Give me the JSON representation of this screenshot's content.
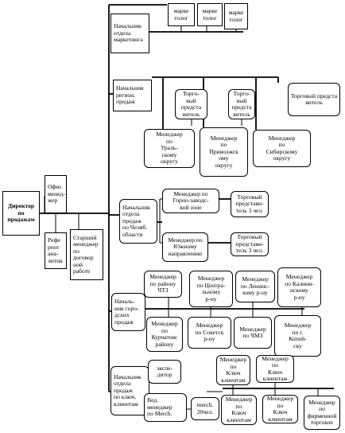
{
  "director": "Директор\nпо\nпродажам",
  "office_manager": "Офис\nменед-\nжер",
  "referent": "Рефе\nрент\nана-\nлитик",
  "senior_manager": "Старший\nменеджер\nпо\nдоговор\nной\nработе",
  "marketing": {
    "head": "Начальник\nотдела\nмаркетинга",
    "marketers": [
      "марке\nтолог",
      "марке\nтолог",
      "марке\nтолог"
    ]
  },
  "regional": {
    "head": "Начальник\nрегион.\nпродаж",
    "sales_reps": [
      "Торго-\nвый\nпредста\nвитель",
      "Торго-\nвый\nпредста\nвитель",
      "Торговый предста\nвитель"
    ],
    "managers": [
      "Менеджер\nпо\nУраль-\nскому\nокругу",
      "Менеджер\nпо\nПриволжск\nому\nокругу",
      "Менеджер\nпо\nСибирскому\nокругу"
    ]
  },
  "chelyabinsk_region": {
    "head": "Начальник\nотдела\nпродаж\nпо Челяб.\nобласти",
    "managers": [
      "Менеджер по\nГорно-заводс-\nкой зоне",
      "Менеджер по\nЮжному\nнаправлению"
    ],
    "reps": [
      "Торговый\nпредстави-\nтель 3 чел.",
      "Торговый\nпредстави-\nтель 3 чел."
    ]
  },
  "city": {
    "head": "Началь-\nник горо-\nдских\nпродаж",
    "top_managers": [
      "Менеджер\nпо району\nЧТЗ",
      "Менеджер\nпо Центра-\nльному\nр-ну",
      "Менеджер\nпо Ленинс-\nкому р-ну",
      "Менеджер\nпо Калини-\nнскому\nр-ну"
    ],
    "bottom_managers": [
      "Менеджер\nпо\nКурчатовс\nрайону",
      "Менеджер\nпо Советск\nр-ну",
      "Менеджер\nпо ЧМЗ",
      "Менеджер\nпо г.\nКопей-\nску"
    ]
  },
  "key_clients": {
    "head": "Начальник\nотдела\nпродаж\nпо ключ.\nклиентам",
    "forwarder": "экспе-\nдитор",
    "lead_merch": "Вед.\nменеджер\nпо Merch.",
    "merch_count": "merch.\n20чел.",
    "top_key_managers": [
      "Менеджер\nпо\nКлюч\nклиентам",
      "Менеджер\nпо\nКлюч\nклиентам"
    ],
    "bottom_key_managers": [
      "Менеджер\nпо\nКлюч\nклиентам",
      "Менеджер\nпо\nКлюч\nклиентам"
    ],
    "brand_manager": "Менеджер\nпо\nфирменной\nторговле"
  }
}
